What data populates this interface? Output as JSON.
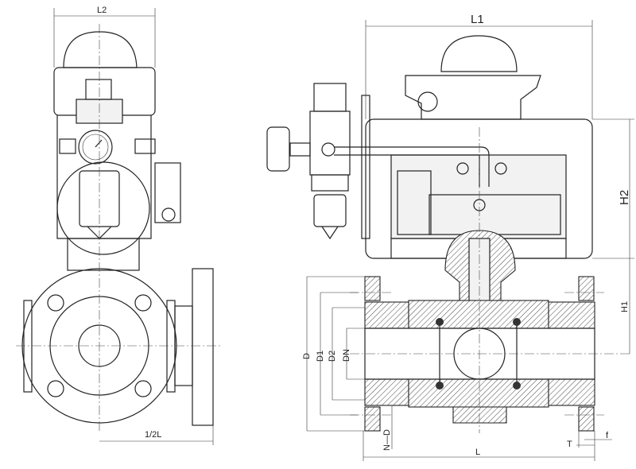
{
  "dimensions": {
    "L2": "L2",
    "half_L": "1/2L",
    "L1": "L1",
    "H2": "H2",
    "H1": "H1",
    "D": "D",
    "D1": "D1",
    "D2": "D2",
    "DN": "DN",
    "N_D": "N—D",
    "L": "L",
    "T": "T",
    "f": "f"
  },
  "colors": {
    "line": "#222222",
    "background": "#ffffff"
  }
}
